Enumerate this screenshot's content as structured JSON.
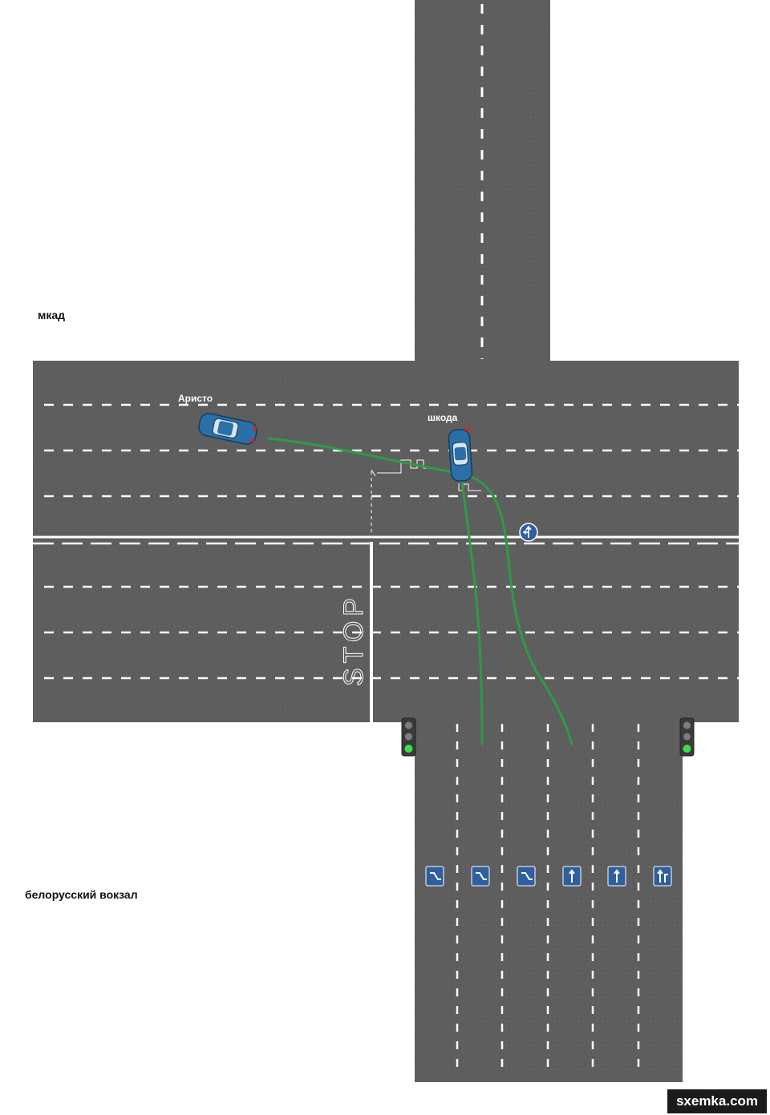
{
  "labels": {
    "mkad": "мкад",
    "belorussky": "белорусский вокзал",
    "car_aristo": "Аристо",
    "car_skoda": "шкода",
    "stop_marking": "STOP",
    "watermark": "sxemka.com"
  },
  "colors": {
    "asphalt": "#5e5e5e",
    "marking": "#ffffff",
    "trajectory": "#2f9a46",
    "car_body": "#2a6fa8",
    "sign_blue": "#2f5f9e",
    "traffic_green": "#39e04a"
  },
  "signs": {
    "lane_direction_signs": [
      "lane-left-icon",
      "lane-left-icon",
      "lane-left-icon",
      "lane-straight-icon",
      "lane-straight-icon",
      "lane-straight-right-icon"
    ],
    "road_sign": "keep-straight-or-left-icon"
  },
  "traffic_lights": [
    "traffic-light-left",
    "traffic-light-right"
  ]
}
